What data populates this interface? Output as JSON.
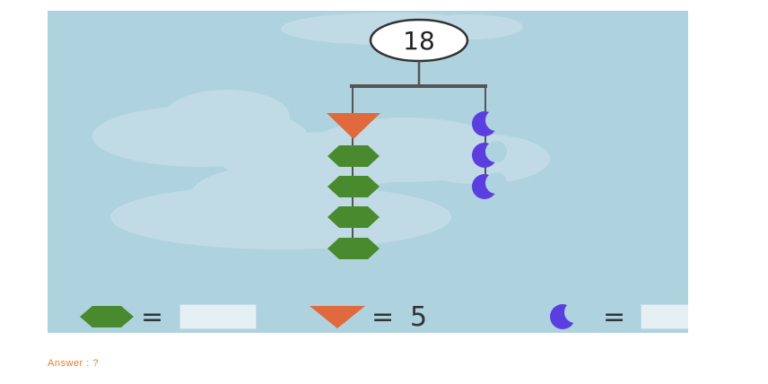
{
  "puzzle": {
    "total": "18",
    "left_strand": [
      "triangle",
      "hexagon",
      "hexagon",
      "hexagon",
      "hexagon"
    ],
    "right_strand": [
      "moon",
      "moon",
      "moon"
    ]
  },
  "legend": {
    "hexagon": {
      "icon": "green-hexagon-icon",
      "equals": "=",
      "value": ""
    },
    "triangle": {
      "icon": "orange-triangle-icon",
      "equals": "=",
      "value": "5"
    },
    "moon": {
      "icon": "purple-moon-icon",
      "equals": "=",
      "value": ""
    }
  },
  "answer": {
    "text": "Answer : ?"
  },
  "colors": {
    "background": "#afd2df",
    "hexagon": "#4a8a2e",
    "triangle": "#e06a3d",
    "moon": "#5b3ee0",
    "answer": "#e0812b"
  }
}
